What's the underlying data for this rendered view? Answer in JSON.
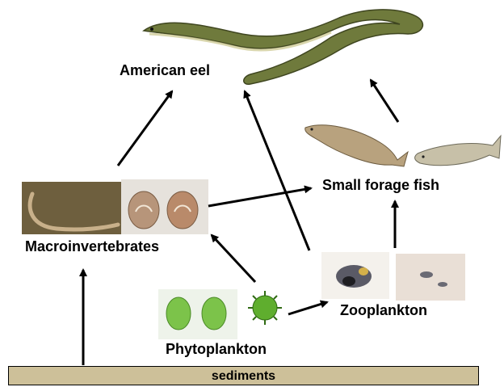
{
  "labels": {
    "eel": "American eel",
    "forage": "Small forage fish",
    "macro": "Macroinvertebrates",
    "zoo": "Zooplankton",
    "phyto": "Phytoplankton",
    "sediments": "sediments"
  },
  "colors": {
    "eel": "#6f7a3c",
    "eel_belly": "#c9c48a",
    "fish": "#b8a27e",
    "sediment_fill": "#cdc099",
    "alga": "#7cc34a",
    "arrow": "#000000"
  },
  "icons": [
    "eel-image",
    "forage-fish-image",
    "worm-image",
    "snail-shells-image",
    "zooplankton-image",
    "phytoplankton-image"
  ]
}
